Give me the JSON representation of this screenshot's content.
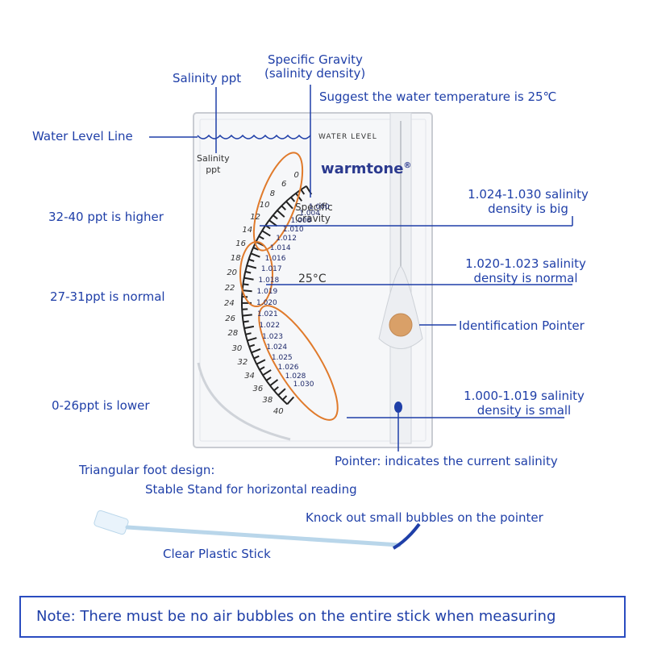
{
  "labels": {
    "salinity_ppt": "Salinity ppt",
    "specific_gravity_line1": "Specific Gravity",
    "specific_gravity_line2": "(salinity density)",
    "temperature_note": "Suggest the water temperature is 25℃",
    "water_level_line": "Water Level Line",
    "higher": "32-40 ppt is higher",
    "normal": "27-31ppt is normal",
    "lower": "0-26ppt is lower",
    "big_line1": "1.024-1.030 salinity",
    "big_line2": "density is big",
    "norm_line1": "1.020-1.023 salinity",
    "norm_line2": "density is normal",
    "identification_pointer": "Identification Pointer",
    "small_line1": "1.000-1.019 salinity",
    "small_line2": "density is small",
    "pointer": "Pointer: indicates the current salinity",
    "foot_line1": "Triangular foot design:",
    "foot_line2": "Stable Stand for horizontal reading",
    "knock": "Knock out small bubbles on the pointer",
    "stick": "Clear Plastic Stick"
  },
  "device": {
    "water_level": "WATER   LEVEL",
    "brand": "warmtone",
    "trademark": "®",
    "salinity_line1": "Salinity",
    "salinity_line2": "ppt",
    "sg_line1": "Specific",
    "sg_line2": "Gravity",
    "temp": "25°C",
    "ppt_ticks": [
      "40",
      "38",
      "36",
      "34",
      "32",
      "30",
      "28",
      "26",
      "24",
      "22",
      "20",
      "18",
      "16",
      "14",
      "12",
      "10",
      "8",
      "6",
      "0"
    ],
    "sg_values": [
      "1.030",
      "1.028",
      "1.026",
      "1.025",
      "1.024",
      "1.023",
      "1.022",
      "1.021",
      "1.020",
      "1.019",
      "1.018",
      "1.017",
      "1.016",
      "1.014",
      "1.012",
      "1.010",
      "1.008",
      "1.004",
      "1.000"
    ]
  },
  "note": "Note: There must be no air bubbles on the entire stick when measuring",
  "colors": {
    "label_blue": "#1f3fa8",
    "highlight_orange": "#e07a2b",
    "pointer_ball": "#d9a068",
    "scale_black": "#222222"
  }
}
